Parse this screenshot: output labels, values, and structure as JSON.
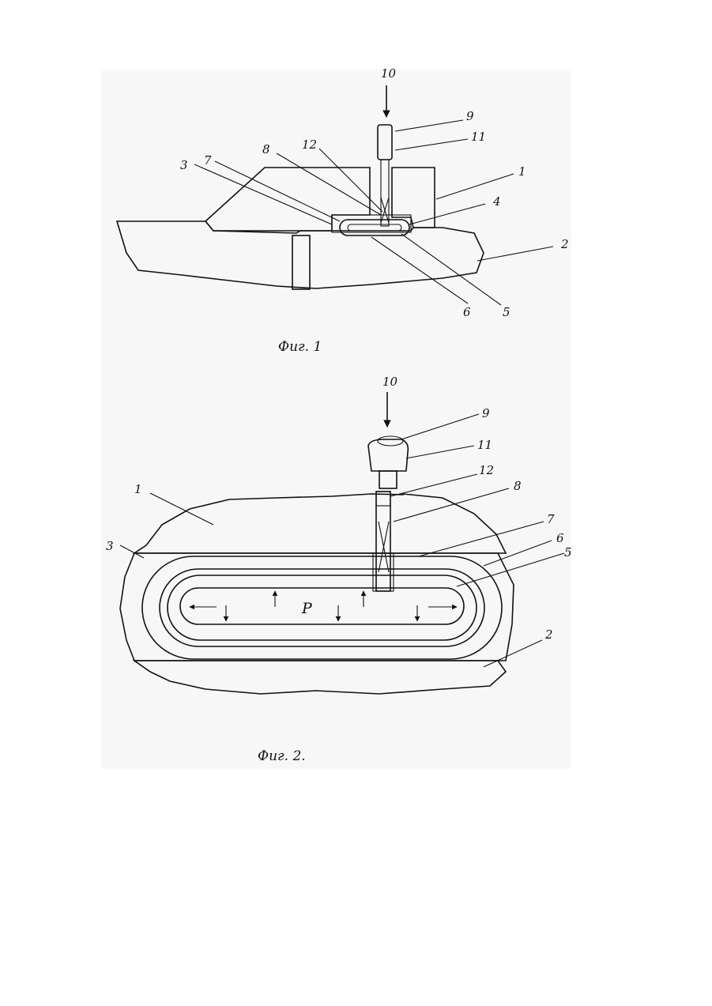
{
  "figure1": {
    "caption": "Фиг. 1",
    "labels": [
      "10",
      "9",
      "11",
      "12",
      "8",
      "7",
      "3",
      "1",
      "4",
      "2",
      "6",
      "5"
    ]
  },
  "figure2": {
    "caption": "Фиг. 2.",
    "labels": [
      "10",
      "9",
      "11",
      "12",
      "8",
      "1",
      "3",
      "7",
      "6",
      "5",
      "2",
      "P"
    ]
  }
}
